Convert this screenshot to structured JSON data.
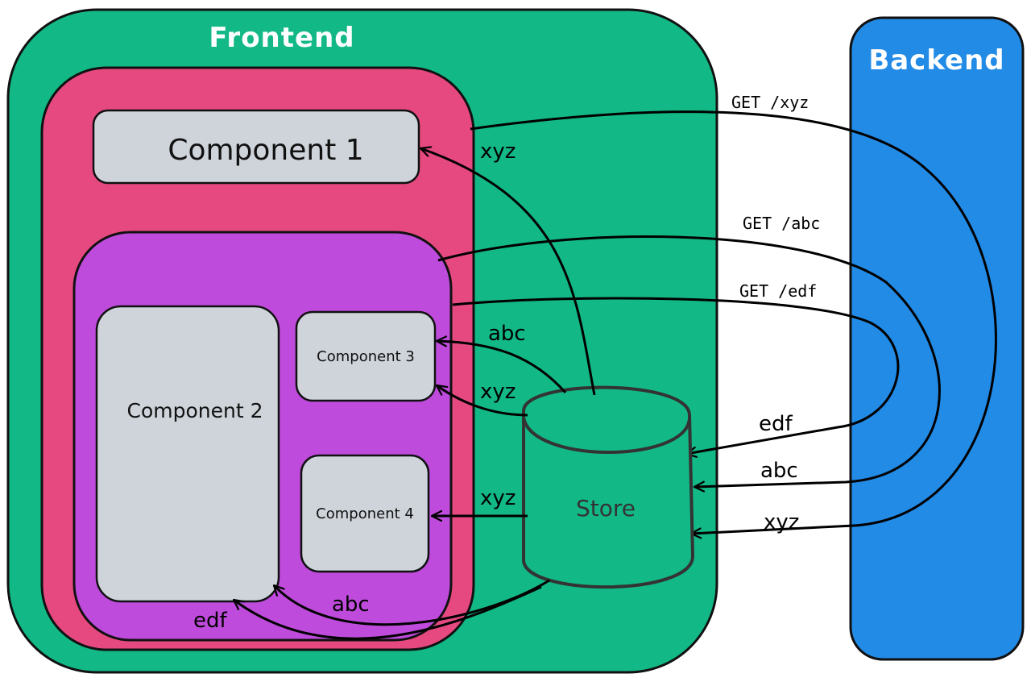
{
  "frontend": {
    "title": "Frontend",
    "color": "#12b886"
  },
  "backend": {
    "title": "Backend",
    "color": "#228be6"
  },
  "outer_container": {
    "color": "#e64980"
  },
  "inner_container": {
    "color": "#be4bdb"
  },
  "components": {
    "c1": "Component 1",
    "c2": "Component 2",
    "c3": "Component 3",
    "c4": "Component 4",
    "color": "#ced4da"
  },
  "store": {
    "label": "Store",
    "color": "#12b886"
  },
  "requests": {
    "xyz": "GET /xyz",
    "abc": "GET /abc",
    "edf": "GET /edf"
  },
  "store_inputs": {
    "edf": "edf",
    "abc": "abc",
    "xyz": "xyz"
  },
  "component_links": {
    "c1_xyz": "xyz",
    "c3_abc": "abc",
    "c3_xyz": "xyz",
    "c4_xyz": "xyz",
    "c2_abc": "abc",
    "c2_edf": "edf"
  }
}
